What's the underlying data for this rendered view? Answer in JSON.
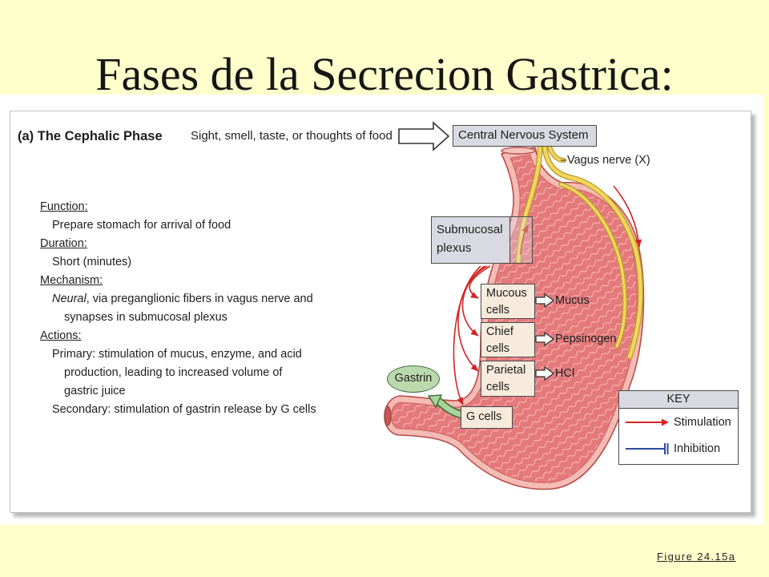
{
  "slide": {
    "title": "Fases de la Secrecion Gastrica:",
    "figure_link": "Figure 24.15a"
  },
  "figure": {
    "panel_label": "(a) The Cephalic Phase",
    "stimulus": "Sight, smell, taste, or thoughts of food",
    "cns": "Central Nervous System",
    "vagus_nerve": "Vagus nerve (X)",
    "plexus": {
      "line1": "Submucosal",
      "line2": "plexus"
    },
    "cells": [
      {
        "line1": "Mucous",
        "line2": "cells",
        "product": "Mucus"
      },
      {
        "line1": "Chief",
        "line2": "cells",
        "product": "Pepsinogen"
      },
      {
        "line1": "Parietal",
        "line2": "cells",
        "product": "HCl"
      }
    ],
    "g_cells": "G cells",
    "gastrin": "Gastrin"
  },
  "summary": {
    "function": {
      "heading": "Function:",
      "text": "Prepare stomach for arrival of food"
    },
    "duration": {
      "heading": "Duration:",
      "text": "Short (minutes)"
    },
    "mechanism": {
      "heading": "Mechanism:",
      "line1_italic": "Neural",
      "line1_rest": ", via preganglionic fibers in vagus nerve and",
      "line2": "synapses in submucosal plexus"
    },
    "actions": {
      "heading": "Actions:",
      "primary_line1": "Primary: stimulation of mucus, enzyme, and acid",
      "primary_line2": "production, leading to increased volume of",
      "primary_line3": "gastric juice",
      "secondary": "Secondary: stimulation of gastrin release by G cells"
    }
  },
  "key": {
    "title": "KEY",
    "stimulation": "Stimulation",
    "inhibition": "Inhibition"
  },
  "colors": {
    "background": "#ffffcc",
    "stimulation": "#d42424",
    "inhibition": "#2b4c9b",
    "vagus_nerve": "#f2d65c",
    "gastrin": "#bcd9ae",
    "cell_box": "#f6ebdc",
    "label_box": "#d9d9e1",
    "stomach": "#e3797a"
  }
}
